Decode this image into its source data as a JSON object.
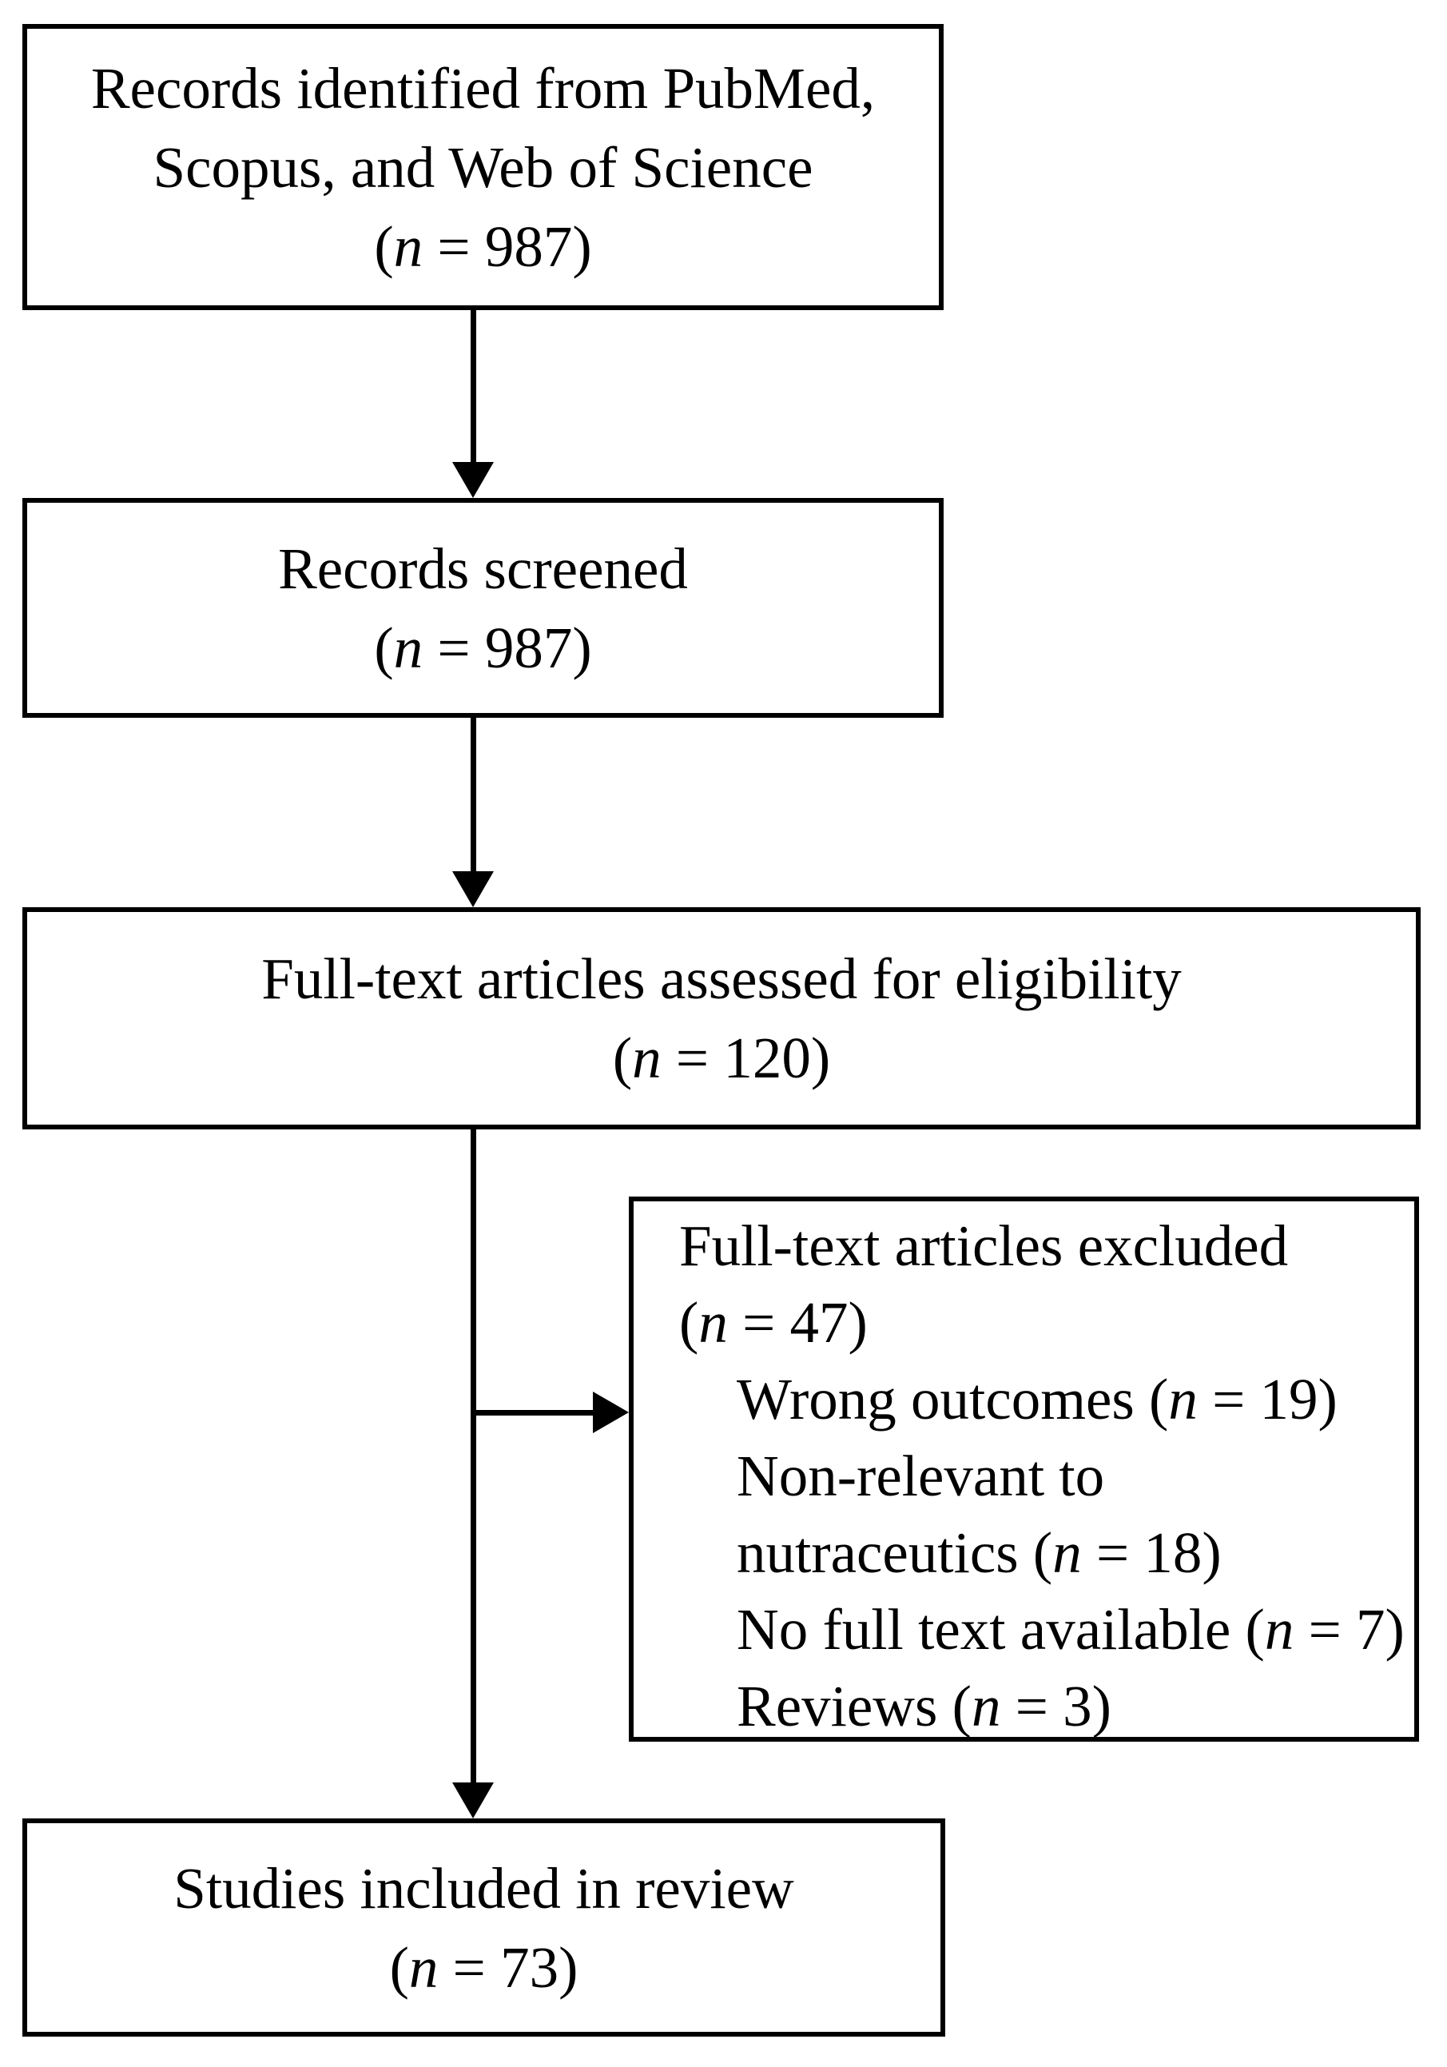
{
  "figure": {
    "type": "flow-diagram",
    "background_color": "#ffffff",
    "line_color": "#000000",
    "boxes": {
      "identification": {
        "lines": [
          "Records identified from PubMed,",
          "Scopus, and Web of Science",
          "(n = 987)"
        ]
      },
      "screening": {
        "lines": [
          "Records screened",
          "(n = 987)"
        ]
      },
      "eligibility": {
        "lines": [
          "Full-text articles assessed for eligibility",
          "(n = 120)"
        ]
      },
      "excluded": {
        "lines": [
          {
            "text": "Full-text articles excluded",
            "indent": 0
          },
          {
            "text": "(n = 47)",
            "indent": 0
          },
          {
            "text": "Wrong outcomes (n = 19)",
            "indent": 1
          },
          {
            "text": "Non-relevant to",
            "indent": 1
          },
          {
            "text": "nutraceutics (n = 18)",
            "indent": 1
          },
          {
            "text": "No full text available (n = 7)",
            "indent": 1
          },
          {
            "text": "Reviews (n = 3)",
            "indent": 1
          }
        ]
      },
      "included": {
        "lines": [
          "Studies included in review",
          "(n = 73)"
        ]
      }
    }
  }
}
